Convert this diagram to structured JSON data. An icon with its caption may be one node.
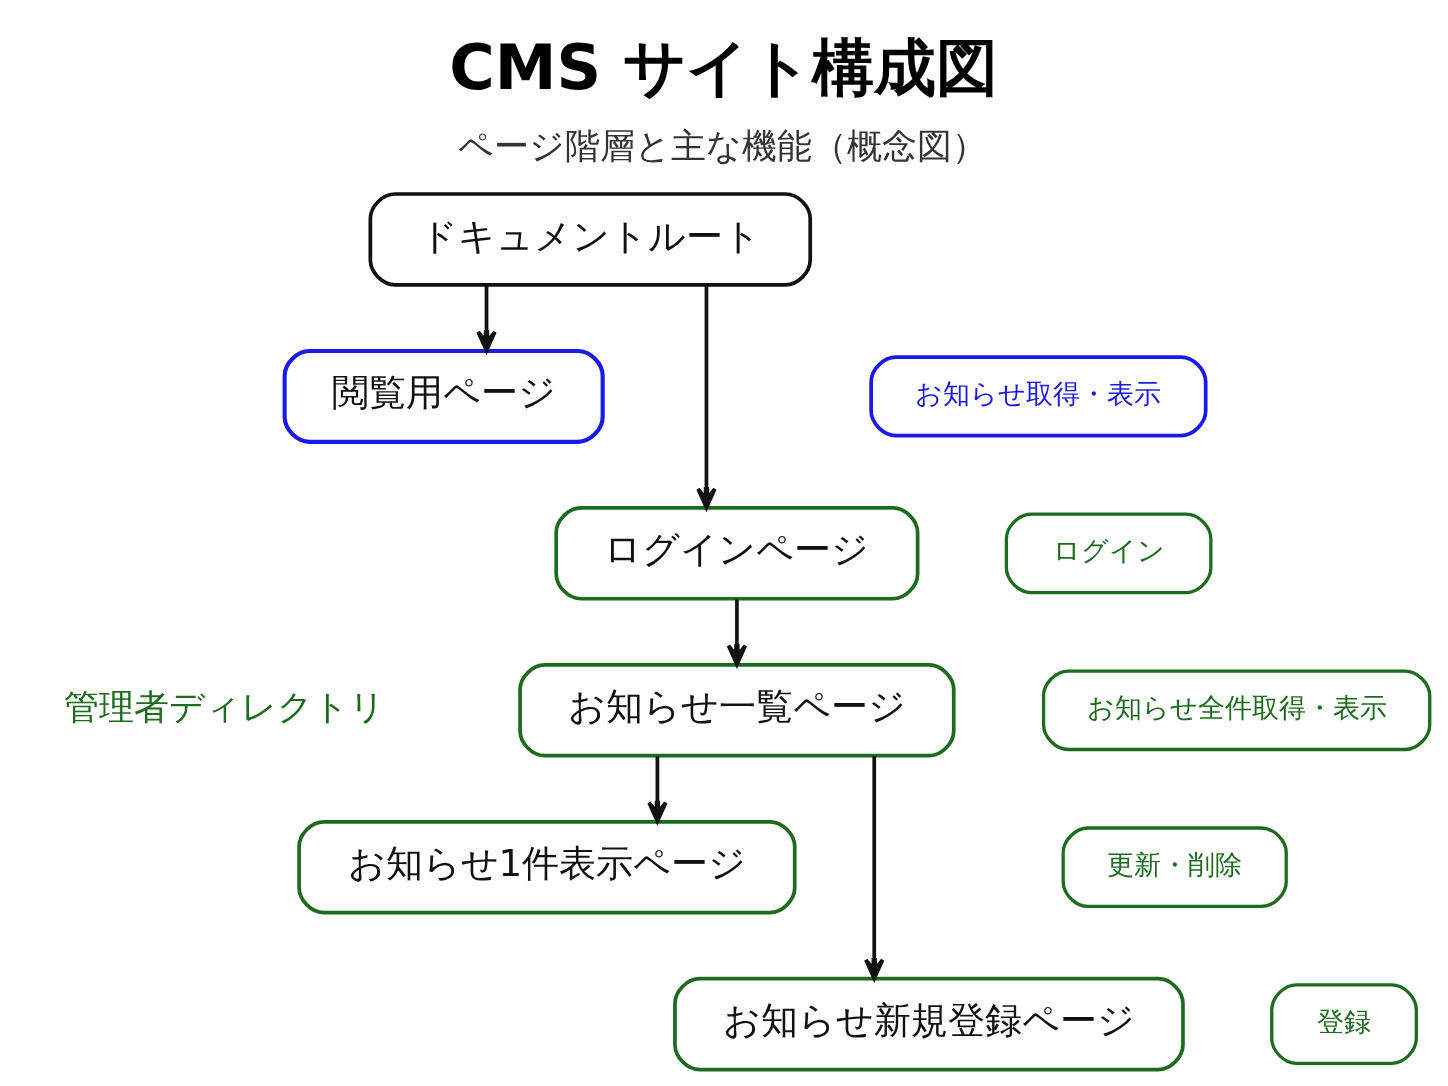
{
  "diagram": {
    "title": "CMS サイト構成図",
    "caption": "ページ階層と主な機能（概念図）",
    "nodes": [
      {
        "text": [
          "ドキュメントルート"
        ]
      },
      {
        "text": [
          "閲覧用ページ"
        ]
      },
      {
        "text": [
          "お知らせ取得・表示"
        ]
      },
      {
        "text": [
          "ログインページ"
        ]
      },
      {
        "text": [
          "ログイン"
        ]
      },
      {
        "text": [
          "お知らせ一覧ページ"
        ]
      },
      {
        "text": [
          "お知らせ全件取得・表示"
        ]
      },
      {
        "text": [
          "お知らせ1件表示ページ"
        ]
      },
      {
        "text": [
          "更新・削除"
        ]
      },
      {
        "text": [
          "お知らせ新規登録ページ"
        ]
      },
      {
        "text": [
          "登録"
        ]
      }
    ],
    "edges": [
      {
        "from": 0,
        "to": 1,
        "arrow": "to"
      },
      {
        "from": 0,
        "to": 3,
        "arrow": "to"
      },
      {
        "from": 3,
        "to": 5,
        "arrow": "to"
      },
      {
        "from": 5,
        "to": 7,
        "arrow": "to"
      },
      {
        "from": 5,
        "to": 9,
        "arrow": "to"
      }
    ],
    "labels": [
      "管理者ディレクトリ"
    ]
  }
}
